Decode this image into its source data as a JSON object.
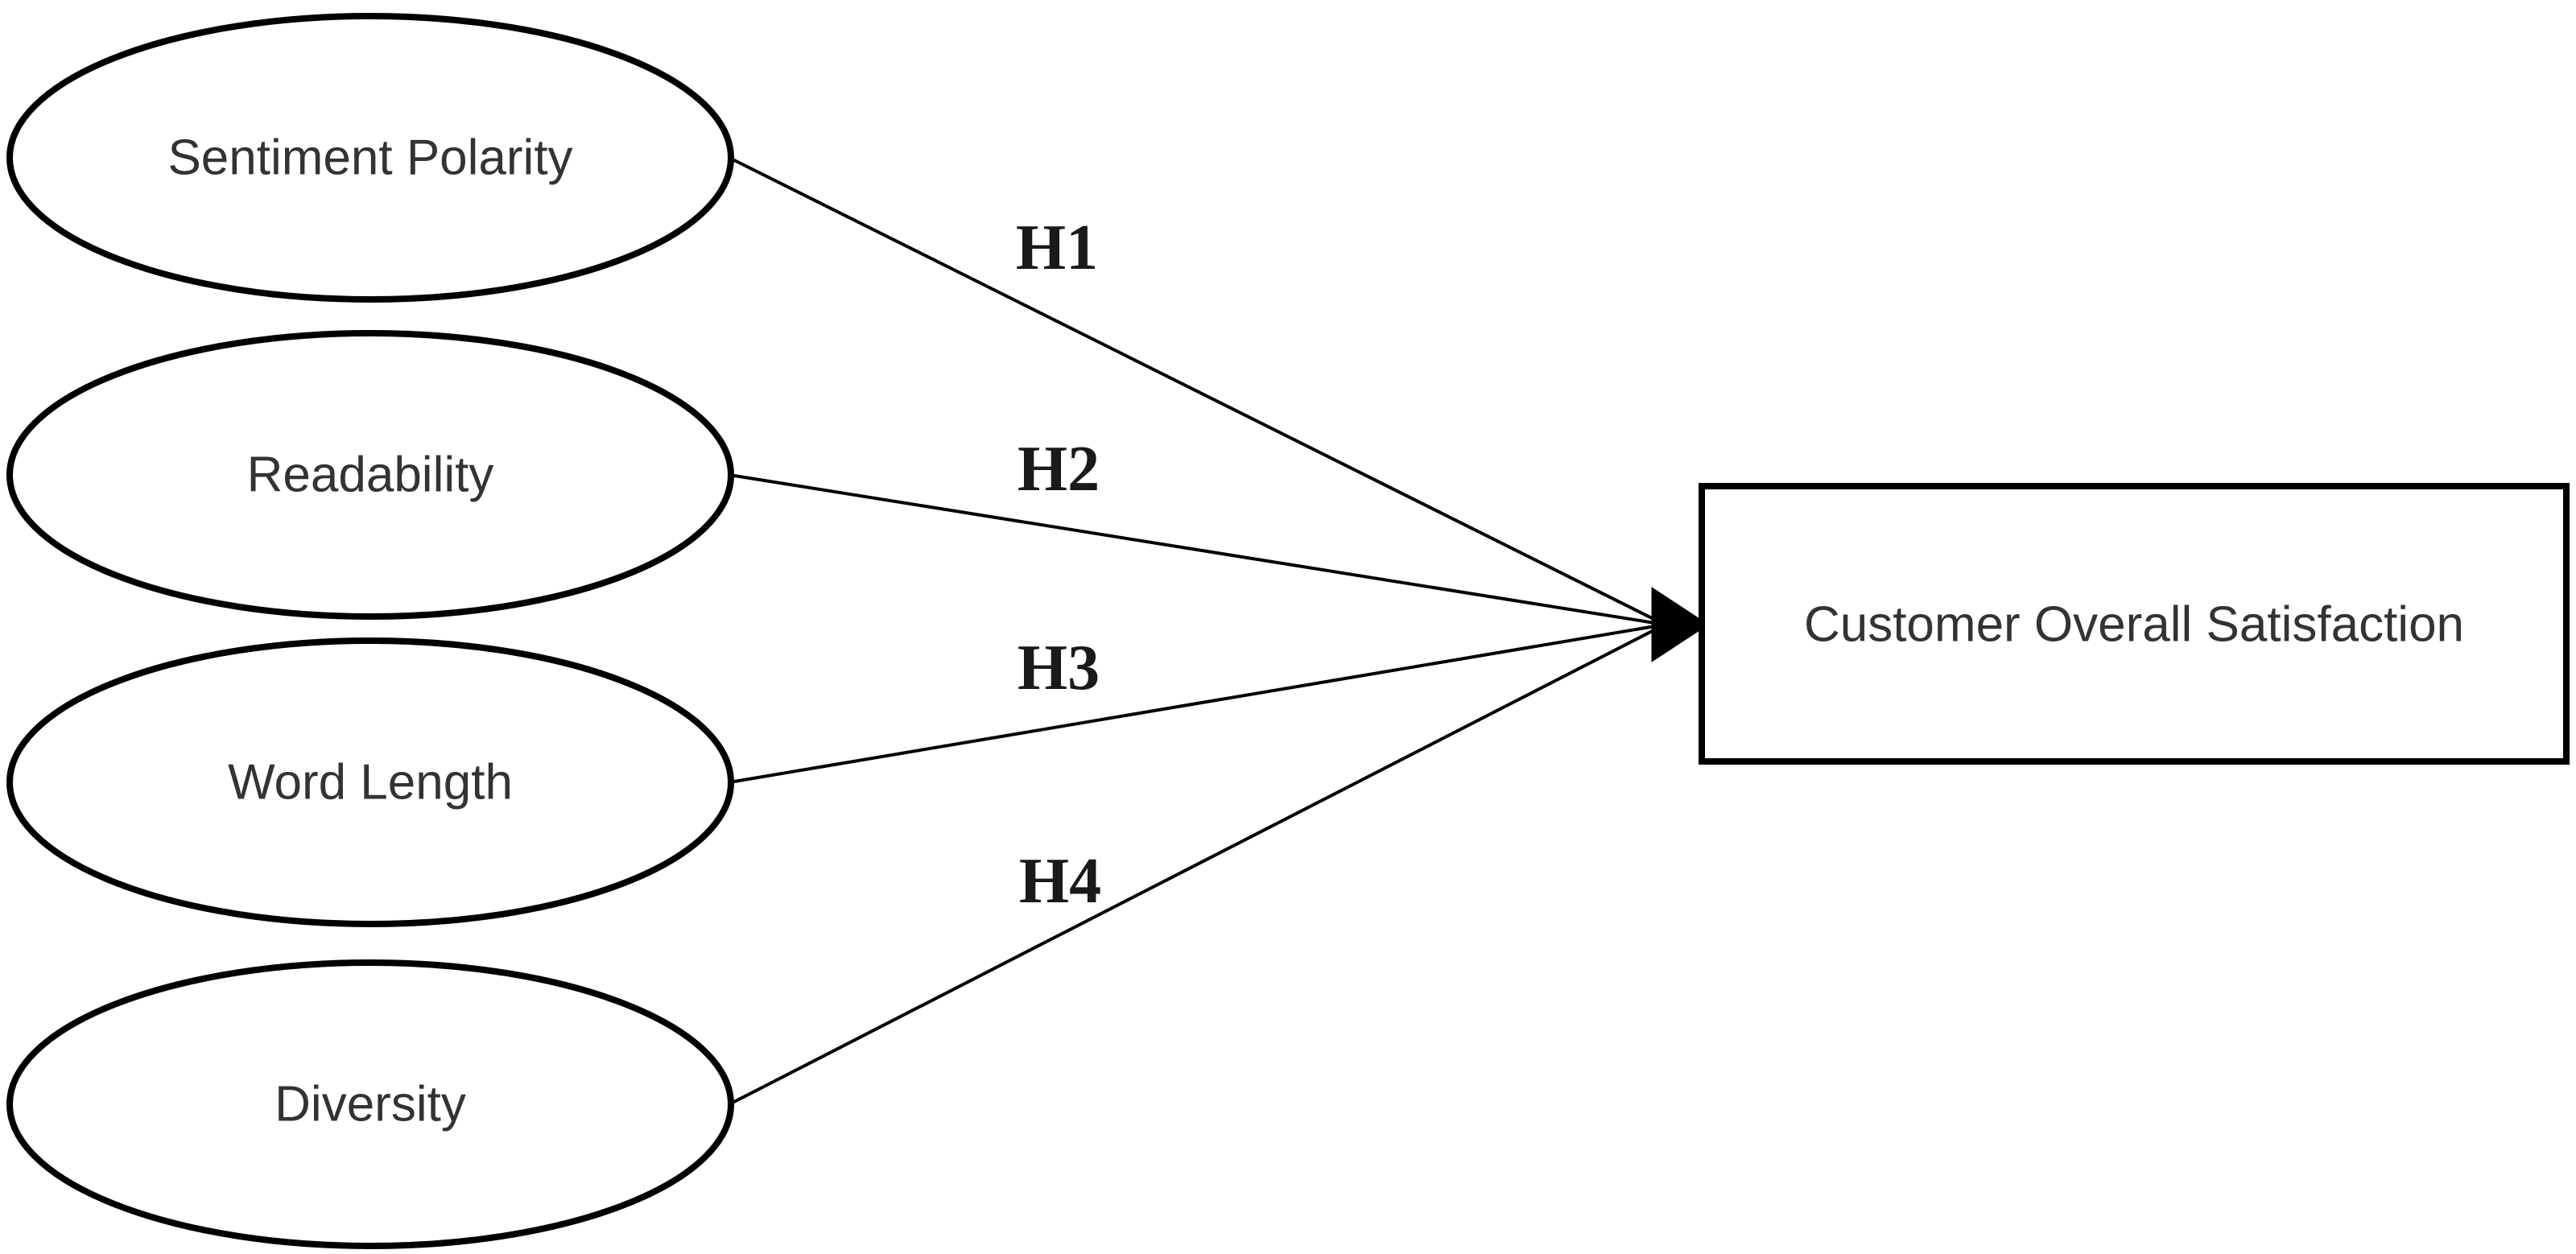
{
  "diagram": {
    "predictors": [
      {
        "label": "Sentiment Polarity",
        "hypothesis": "H1"
      },
      {
        "label": "Readability",
        "hypothesis": "H2"
      },
      {
        "label": "Word Length",
        "hypothesis": "H3"
      },
      {
        "label": "Diversity",
        "hypothesis": "H4"
      }
    ],
    "outcome_label": "Customer Overall Satisfaction",
    "colors": {
      "shape_stroke": "#000000",
      "node_text": "#333333",
      "hypothesis_text": "#1a1a1a",
      "background": "#ffffff"
    }
  }
}
